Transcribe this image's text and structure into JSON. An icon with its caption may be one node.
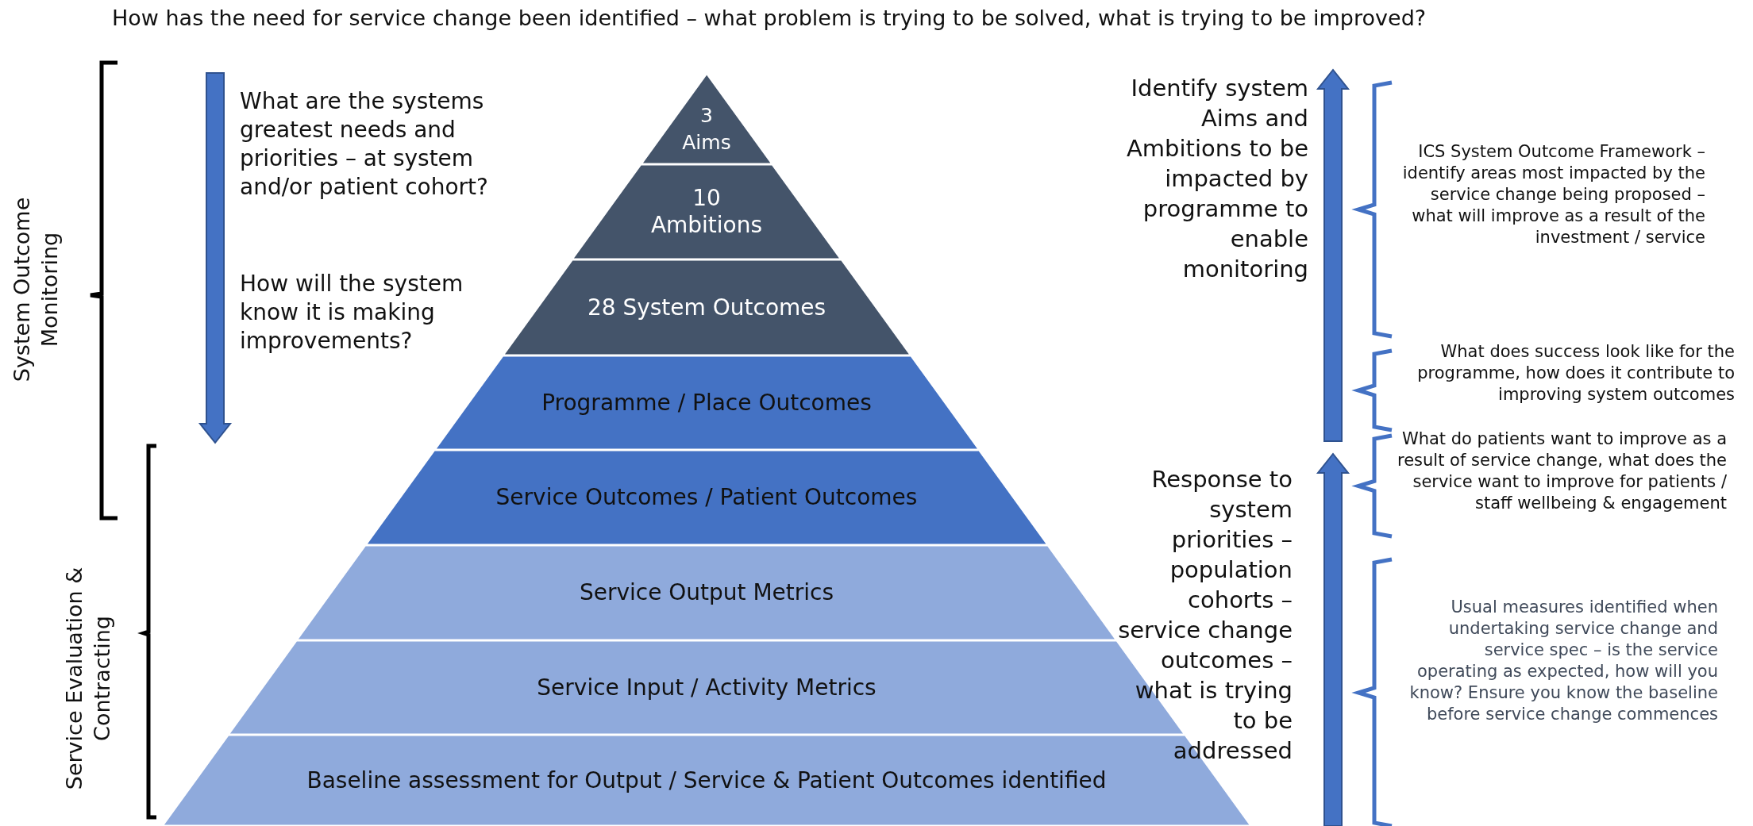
{
  "diagram": {
    "title": "How has the need for service change been identified – what problem is trying to be solved, what is trying to be improved?",
    "nodes": [
      {
        "text": [
          "3 Aims"
        ]
      },
      {
        "text": [
          "10 Ambitions"
        ]
      },
      {
        "text": [
          "28 System Outcomes"
        ]
      },
      {
        "text": [
          "Programme / Place Outcomes"
        ]
      },
      {
        "text": [
          "Service Outcomes / Patient Outcomes"
        ]
      },
      {
        "text": [
          "Service Output Metrics"
        ]
      },
      {
        "text": [
          "Service Input / Activity Metrics"
        ]
      },
      {
        "text": [
          "Baseline assessment for Output / Service & Patient Outcomes identified"
        ]
      }
    ],
    "labels": [
      "System Outcome Monitoring",
      "Service Evaluation & Contracting",
      "What are the systems greatest needs and priorities – at system and/or patient cohort?",
      "How will the system know it is making improvements?",
      "Identify system Aims and Ambitions to be impacted by programme to enable monitoring",
      "Response to system priorities – population cohorts – service change outcomes – what is trying to be addressed",
      "ICS System Outcome Framework – identify areas most impacted by the service change being proposed – what will improve as a result of the investment / service",
      "What does success look like for the programme, how does it contribute to improving system outcomes",
      "What do patients want to improve as a result of service change, what does the service want to improve for patients / staff wellbeing & engagement",
      "Usual measures identified when undertaking service change and service spec – is the service operating as expected, how will you know? Ensure you know the baseline before service change commences"
    ]
  }
}
